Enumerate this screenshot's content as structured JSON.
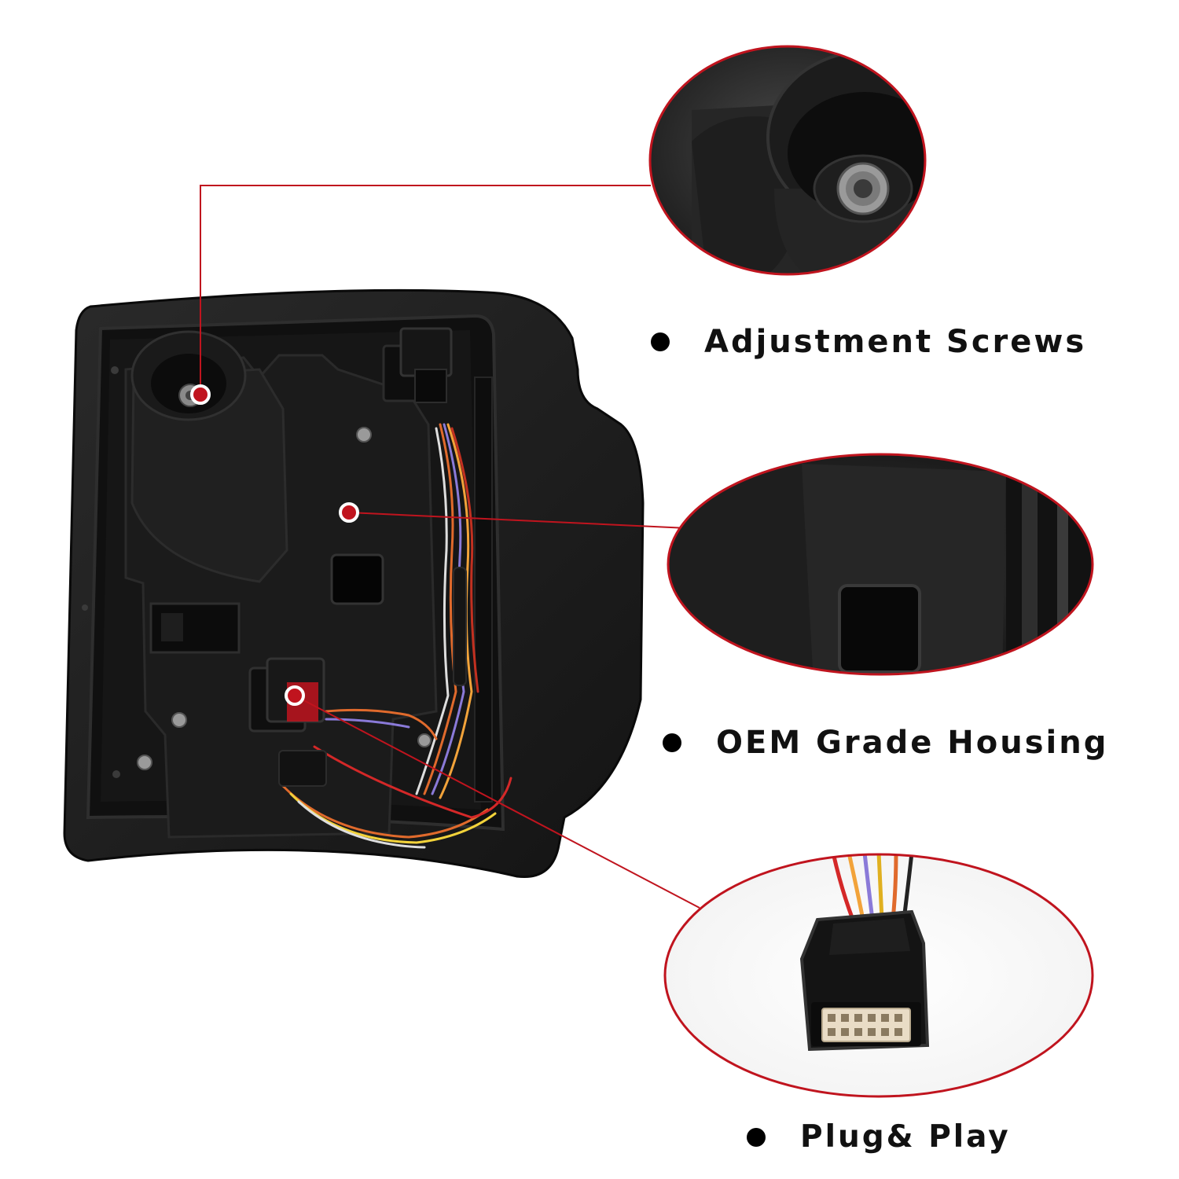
{
  "features": [
    {
      "label": "Adjustment Screws"
    },
    {
      "label": "OEM Grade Housing"
    },
    {
      "label": "Plug& Play"
    }
  ],
  "colors": {
    "callout_line": "#c0141e",
    "housing": "#1c1c1c",
    "housing_edge": "#0c0c0c",
    "callout_bg": "#2a2a2a"
  }
}
